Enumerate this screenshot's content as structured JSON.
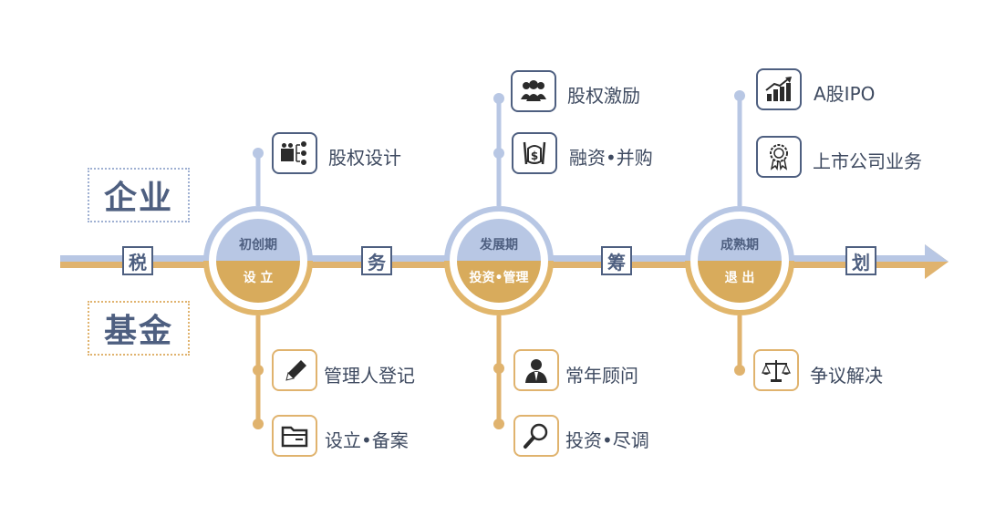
{
  "side_labels": {
    "company": "企业",
    "fund": "基金"
  },
  "axis_chars": [
    "税",
    "务",
    "筹",
    "划"
  ],
  "stages": [
    {
      "top": "初创期",
      "bottom": "设 立"
    },
    {
      "top": "发展期",
      "bottom": "投资•管理"
    },
    {
      "top": "成熟期",
      "bottom": "退 出"
    }
  ],
  "company_items": [
    {
      "label": "股权设计",
      "icon": "org-chart-icon"
    },
    {
      "label": "股权激励",
      "icon": "team-icon"
    },
    {
      "label": "融资•并购",
      "icon": "money-bag-icon"
    },
    {
      "label": "A股IPO",
      "icon": "growth-chart-icon"
    },
    {
      "label": "上市公司业务",
      "icon": "certificate-badge-icon"
    }
  ],
  "fund_items": [
    {
      "label": "管理人登记",
      "icon": "pen-icon"
    },
    {
      "label": "设立•备案",
      "icon": "folder-icon"
    },
    {
      "label": "常年顾问",
      "icon": "advisor-icon"
    },
    {
      "label": "投资•尽调",
      "icon": "magnifier-icon"
    },
    {
      "label": "争议解决",
      "icon": "scales-icon"
    }
  ],
  "colors": {
    "navy": "#4e5f80",
    "blue": "#b8c7e4",
    "gold": "#e0b36e"
  }
}
